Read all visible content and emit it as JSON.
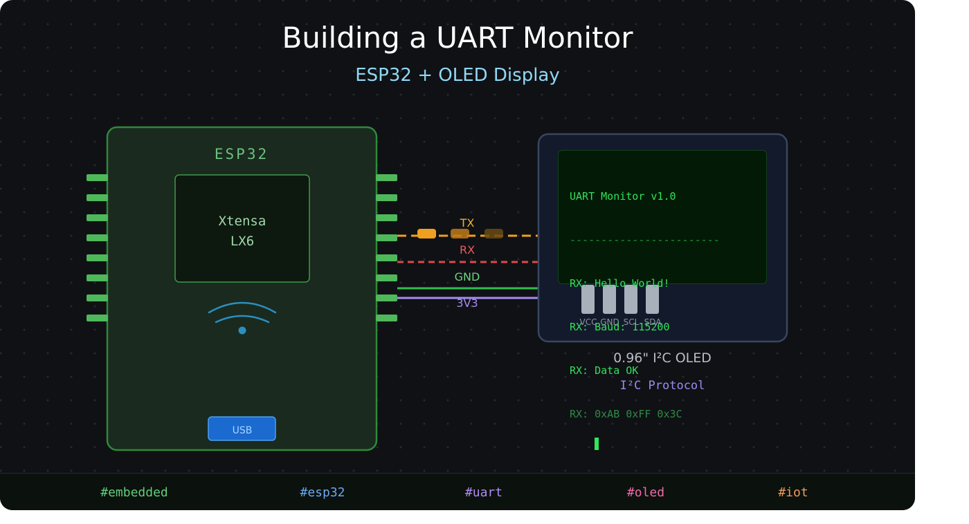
{
  "header": {
    "title": "Building a UART Monitor",
    "subtitle": "ESP32 + OLED Display"
  },
  "esp32": {
    "label": "ESP32",
    "chip_line1": "Xtensa",
    "chip_line2": "LX6",
    "usb_label": "USB",
    "icon": "wifi-icon"
  },
  "wires": {
    "tx": "TX",
    "rx": "RX",
    "gnd": "GND",
    "v33": "3V3"
  },
  "oled": {
    "lines": [
      "UART Monitor v1.0",
      "------------------------",
      "RX: Hello World!",
      "RX: Baud: 115200",
      "RX: Data OK",
      "RX: 0xAB 0xFF 0x3C"
    ],
    "pins": [
      "VCC",
      "GND",
      "SCL",
      "SDA"
    ],
    "caption": "0.96\" I²C OLED",
    "protocol": "I²C Protocol"
  },
  "footer": {
    "tags": [
      "#embedded",
      "#esp32",
      "#uart",
      "#oled",
      "#iot"
    ]
  },
  "colors": {
    "background": "#101115",
    "board_border": "#2f8a3a",
    "pin": "#4fb85a",
    "tx": "#f0a020",
    "rx": "#e04848",
    "gnd": "#2fbf4f",
    "v33": "#a58cf0",
    "tag_embedded": "#5fd07a",
    "tag_esp32": "#6aa8f0",
    "tag_uart": "#b08cf0",
    "tag_oled": "#f06aa8",
    "tag_iot": "#f09a5a"
  }
}
